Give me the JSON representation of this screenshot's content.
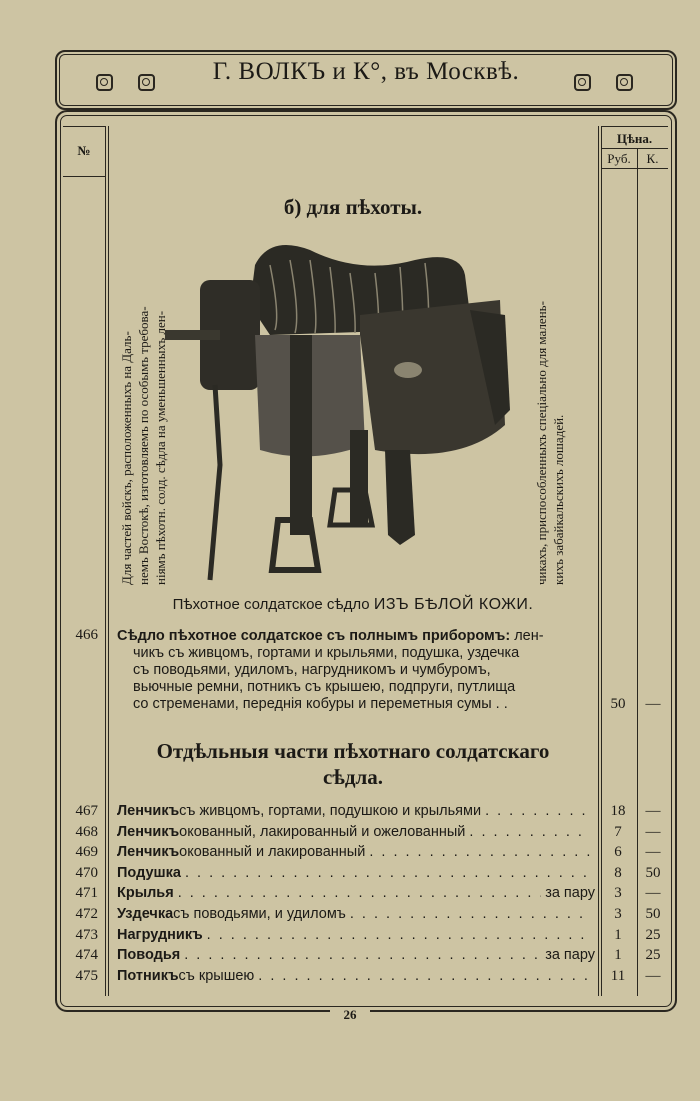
{
  "header": {
    "title": "Г. ВОЛКЪ и К°, въ Москвѣ."
  },
  "table_header": {
    "number": "№",
    "price": "Цѣна.",
    "rubles": "Руб.",
    "kopecks": "К."
  },
  "section_b": {
    "title": "б) для пѣхоты.",
    "side_note_left": [
      "Для частей войскъ, расположенныхъ на Даль-",
      "немъ Востокѣ, изготовляемъ по особымъ требова-",
      "ніямъ пѣхотн. солд. сѣдла на уменьшенныхъ лен-"
    ],
    "side_note_right": [
      "чикахъ, приспособленныхъ спеціально для малень-",
      "кихъ забайкальскихъ лошадей."
    ],
    "caption_prefix": "Пѣхотное солдатское сѣдло",
    "caption_emphasis": "ИЗЪ БѢЛОЙ КОЖИ."
  },
  "main_item": {
    "number": "466",
    "lead": "Сѣдло пѣхотное солдатское съ полнымъ приборомъ:",
    "lines": [
      "лен-",
      "чикъ съ живцомъ, гортами и крыльями, подушка, уздечка",
      "съ поводьями, удиломъ, нагрудникомъ и чумбуромъ,",
      "вьючные ремни, потникъ съ крышею, подпруги, путлища",
      "со стременами, переднія кобуры и переметныя сумы . ."
    ],
    "rub": "50",
    "kop": "—"
  },
  "parts_section": {
    "title_line1": "Отдѣльныя части пѣхотнаго солдатскаго",
    "title_line2": "сѣдла."
  },
  "parts": [
    {
      "number": "467",
      "name": "Ленчикъ",
      "rest": " съ живцомъ, гортами, подушкою и крыльями",
      "unit": "",
      "rub": "18",
      "kop": "—"
    },
    {
      "number": "468",
      "name": "Ленчикъ",
      "rest": " окованный, лакированный и ожелованный",
      "unit": "",
      "rub": "7",
      "kop": "—"
    },
    {
      "number": "469",
      "name": "Ленчикъ",
      "rest": " окованный и лакированный",
      "unit": "",
      "rub": "6",
      "kop": "—"
    },
    {
      "number": "470",
      "name": "Подушка",
      "rest": "",
      "unit": "",
      "rub": "8",
      "kop": "50"
    },
    {
      "number": "471",
      "name": "Крылья",
      "rest": "",
      "unit": "за пару",
      "rub": "3",
      "kop": "—"
    },
    {
      "number": "472",
      "name": "Уздечка",
      "rest": " съ поводьями, и удиломъ",
      "unit": "",
      "rub": "3",
      "kop": "50"
    },
    {
      "number": "473",
      "name": "Нагрудникъ",
      "rest": "",
      "unit": "",
      "rub": "1",
      "kop": "25"
    },
    {
      "number": "474",
      "name": "Поводья",
      "rest": "",
      "unit": "за пару",
      "rub": "1",
      "kop": "25"
    },
    {
      "number": "475",
      "name": "Потникъ",
      "rest": " съ крышею",
      "unit": "",
      "rub": "11",
      "kop": "—"
    }
  ],
  "footer": {
    "page_number": "26"
  }
}
